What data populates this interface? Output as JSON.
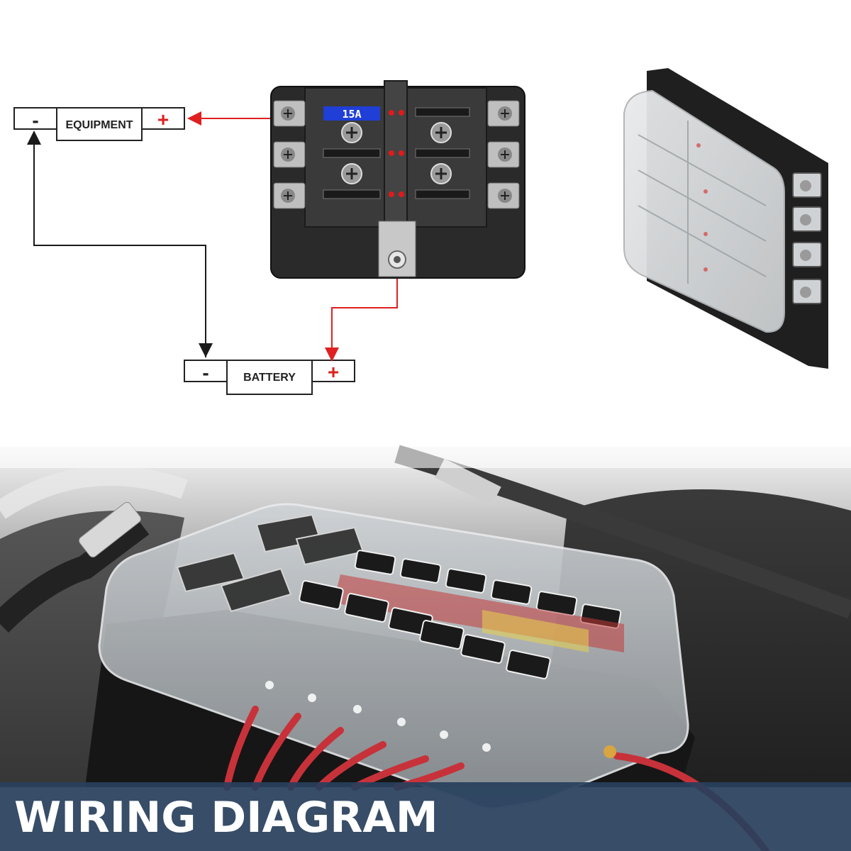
{
  "labels": {
    "equipment": "EQUIPMENT",
    "battery": "BATTERY",
    "minus": "-",
    "plus": "+",
    "fuse_rating": "15A"
  },
  "banner": {
    "title": "WIRING DIAGRAM"
  },
  "colors": {
    "wire_positive": "#e02020",
    "wire_negative": "#1a1a1a",
    "fuse_label_bg": "#1f3fd6",
    "banner_bg": "#28405c",
    "led": "#e01a1a"
  }
}
